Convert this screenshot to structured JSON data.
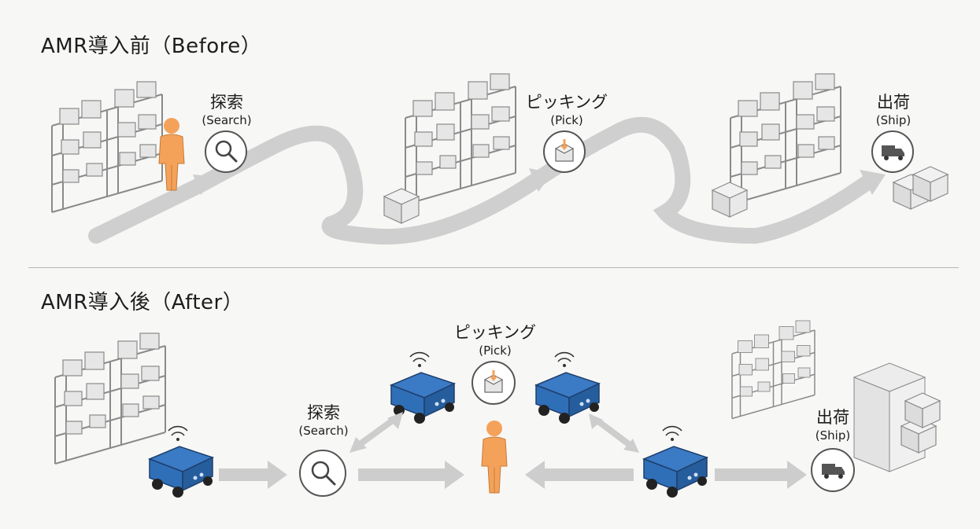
{
  "before": {
    "title": "AMR導入前（Before）",
    "steps": {
      "search": {
        "label": "探索",
        "sub": "(Search)",
        "icon": "magnifier-icon"
      },
      "pick": {
        "label": "ピッキング",
        "sub": "(Pick)",
        "icon": "box-pick-icon"
      },
      "ship": {
        "label": "出荷",
        "sub": "(Ship)",
        "icon": "truck-icon"
      }
    }
  },
  "after": {
    "title": "AMR導入後（After）",
    "steps": {
      "search": {
        "label": "探索",
        "sub": "(Search)",
        "icon": "magnifier-icon"
      },
      "pick": {
        "label": "ピッキング",
        "sub": "(Pick)",
        "icon": "box-pick-icon"
      },
      "ship": {
        "label": "出荷",
        "sub": "(Ship)",
        "icon": "truck-icon"
      }
    }
  },
  "colors": {
    "worker": "#f4a25a",
    "robot": "#2f6fb8",
    "robot_dark": "#1e4f8f",
    "path": "#c9c9c9",
    "arrow": "#cdcdcd",
    "shelf": "#8a8a8a",
    "box": "#e6e6e6"
  }
}
